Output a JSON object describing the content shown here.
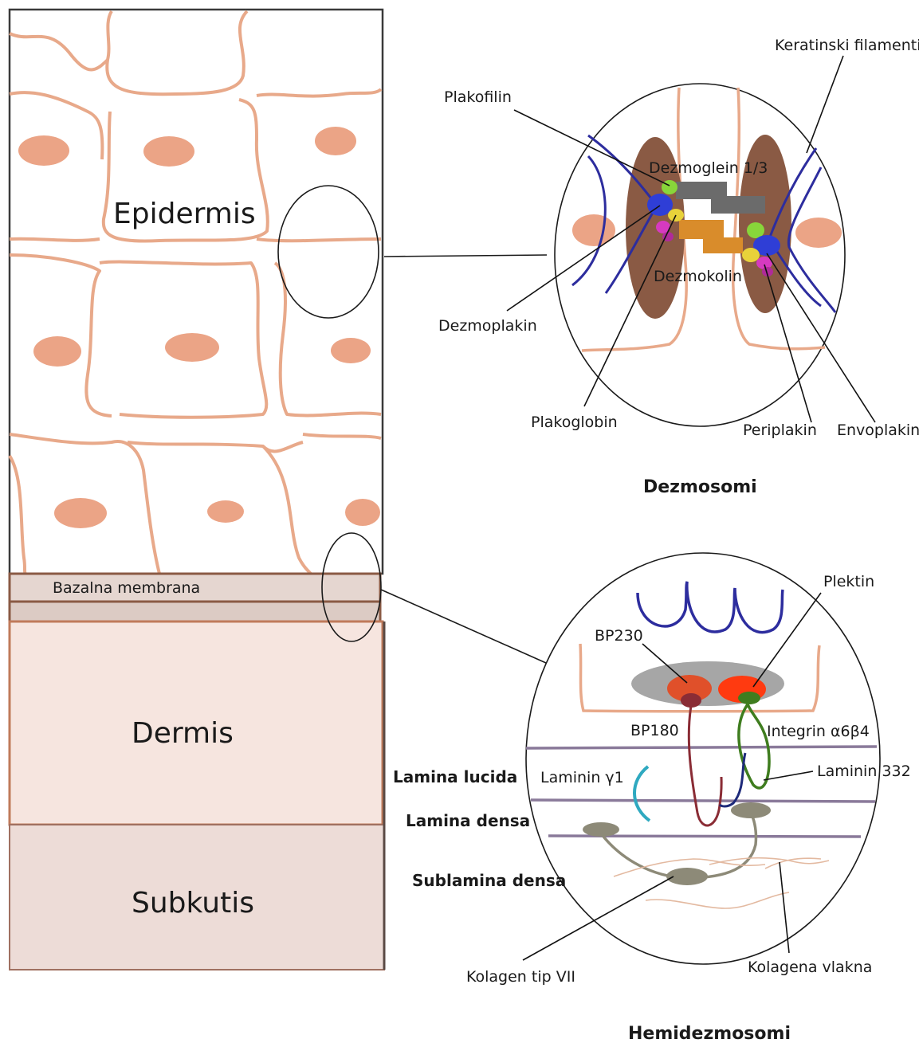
{
  "layers": {
    "epidermis": "Epidermis",
    "basement": "Bazalna membrana",
    "dermis": "Dermis",
    "subcutis": "Subkutis"
  },
  "desmosome": {
    "title": "Dezmosomi",
    "labels": {
      "keratin": "Keratinski filamenti",
      "plakophilin": "Plakofilin",
      "desmoglein": "Dezmoglein 1/3",
      "desmocollin": "Dezmokolin",
      "desmoplakin": "Dezmoplakin",
      "plakoglobin": "Plakoglobin",
      "periplakin": "Periplakin",
      "envoplakin": "Envoplakin"
    }
  },
  "hemidesmosome": {
    "title": "Hemidezmosomi",
    "labels": {
      "plectin": "Plektin",
      "bp230": "BP230",
      "bp180": "BP180",
      "integrin": "Integrin α6β4",
      "laminin_gamma": "Laminin γ1",
      "laminin332": "Laminin 332",
      "lamina_lucida": "Lamina lucida",
      "lamina_densa": "Lamina densa",
      "sublamina_densa": "Sublamina densa",
      "collagen7": "Kolagen tip VII",
      "collagen_fibers": "Kolagena vlakna"
    }
  },
  "colors": {
    "cell_wall": "#e8a98a",
    "nucleus": "#eba486",
    "basement": "#e5d6d0",
    "dermis": "#f6e5df",
    "subcutis": "#eddcd7",
    "keratin": "#2d2d9e",
    "desmosome_plaque": "#8a5a44",
    "desmoglein": "#6b6b6b",
    "desmocollin": "#d98c2b",
    "plectin": "#ff3a10",
    "bp230": "#e0502a",
    "bp180": "#8a2c35",
    "integrin": "#3f7d1f",
    "laminin_gamma": "#2fa9c0",
    "lamina_line": "#8a7a9a",
    "collagen7": "#8d8a78"
  }
}
